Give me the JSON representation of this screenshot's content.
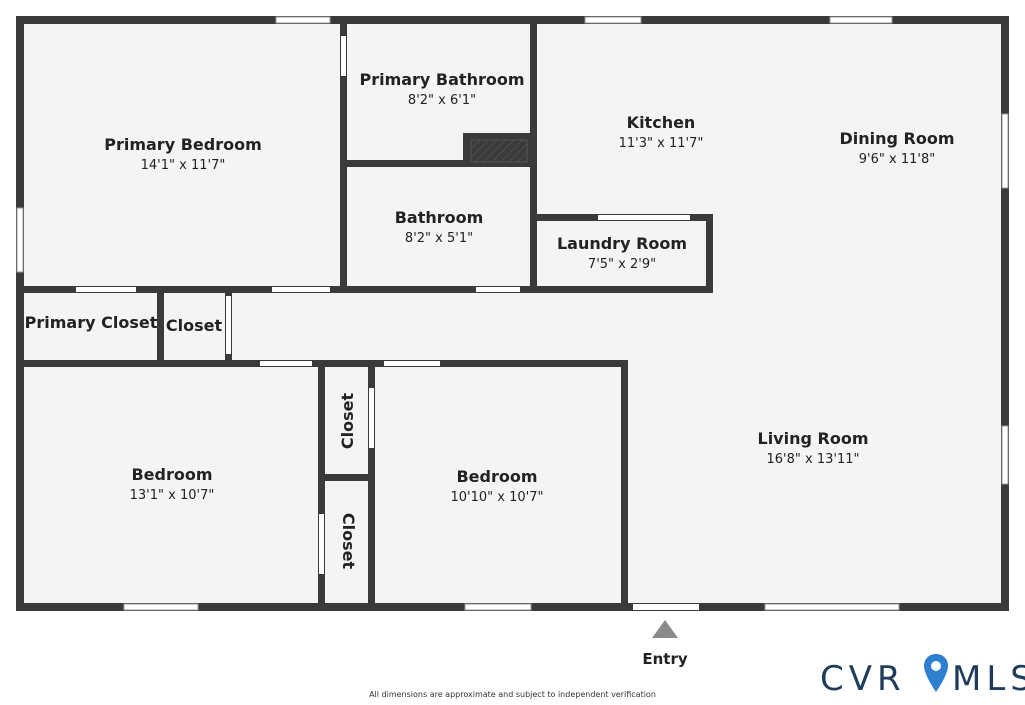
{
  "rooms": {
    "primary_bedroom": {
      "name": "Primary Bedroom",
      "dim": "14'1\" x 11'7\""
    },
    "primary_bathroom": {
      "name": "Primary Bathroom",
      "dim": "8'2\" x 6'1\""
    },
    "kitchen": {
      "name": "Kitchen",
      "dim": "11'3\" x 11'7\""
    },
    "dining_room": {
      "name": "Dining Room",
      "dim": "9'6\" x 11'8\""
    },
    "bathroom": {
      "name": "Bathroom",
      "dim": "8'2\" x 5'1\""
    },
    "laundry_room": {
      "name": "Laundry Room",
      "dim": "7'5\" x 2'9\""
    },
    "primary_closet": {
      "name": "Primary Closet"
    },
    "closet_hall": {
      "name": "Closet"
    },
    "closet_upper": {
      "name": "Closet"
    },
    "closet_lower": {
      "name": "Closet"
    },
    "bedroom_left": {
      "name": "Bedroom",
      "dim": "13'1\" x 10'7\""
    },
    "bedroom_mid": {
      "name": "Bedroom",
      "dim": "10'10\" x 10'7\""
    },
    "living_room": {
      "name": "Living Room",
      "dim": "16'8\" x 13'11\""
    }
  },
  "entry": {
    "label": "Entry"
  },
  "disclaimer": "All dimensions are approximate and subject to independent verification",
  "logo": {
    "text_left": "CVR",
    "text_right": "MLS",
    "pin_color": "#2f7fd1",
    "text_color": "#1f3d5a"
  },
  "colors": {
    "wall": "#3a3a3a",
    "floor": "#f4f4f4"
  }
}
